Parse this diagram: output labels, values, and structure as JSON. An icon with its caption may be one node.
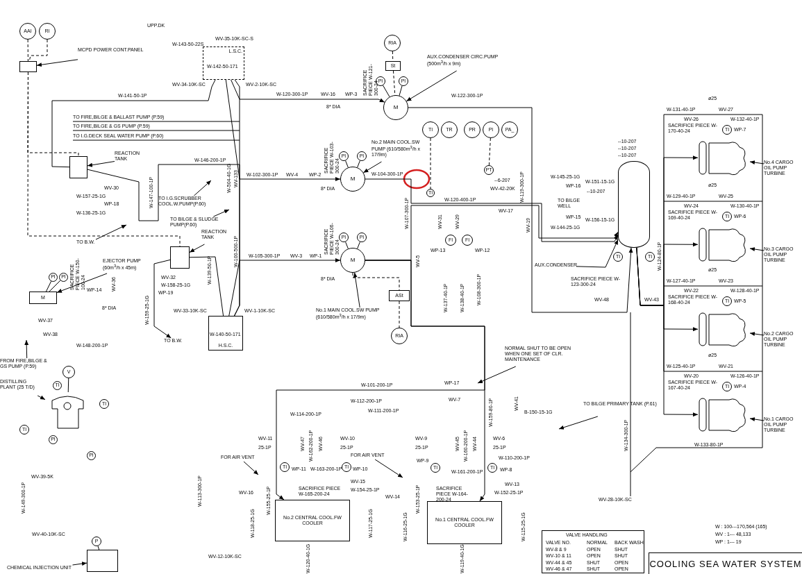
{
  "diagram": {
    "title": "COOLING SEA WATER SYSTEM",
    "nodes": [
      {
        "text": [
          "AAI"
        ]
      },
      {
        "text": [
          "RI"
        ]
      },
      {
        "text": [],
        "shape": "box"
      },
      {
        "text": [
          "MCPD POWER CONT.PANEL"
        ]
      },
      {
        "text": [
          "L.S.C."
        ]
      },
      {
        "text": [
          "RIA"
        ]
      },
      {
        "text": [
          "St"
        ]
      },
      {
        "text": [
          "PI"
        ]
      },
      {
        "text": [
          "PI"
        ]
      },
      {
        "text": [
          "M"
        ]
      },
      {
        "text": [
          "AUX.CONDENSER CIRC.PUMP (500m$^{3}$/h x 9m)"
        ]
      },
      {
        "text": [],
        "shape": "box"
      },
      {
        "text": [
          "REACTION TANK"
        ]
      },
      {
        "text": [
          "M"
        ]
      },
      {
        "text": [
          "PI"
        ]
      },
      {
        "text": [
          "PI"
        ]
      },
      {
        "text": [
          "No.2 MAIN COOL.SW PUMP (610/580m$^{3}$/h x 17/9m)"
        ]
      },
      {
        "text": [
          "M"
        ]
      },
      {
        "text": [
          "PI"
        ]
      },
      {
        "text": [
          "PI"
        ]
      },
      {
        "text": [
          "No.1 MAIN COOL.SW PUMP (610/580m$^{3}$/h x 17/9m)"
        ]
      },
      {
        "text": [
          "ASt"
        ]
      },
      {
        "text": [
          "RIA"
        ]
      },
      {
        "text": [],
        "shape": "box"
      },
      {
        "text": [
          "REACTION TANK"
        ]
      },
      {
        "text": [
          "H.S.C."
        ]
      },
      {
        "text": [
          "TI"
        ]
      },
      {
        "text": [
          "TR"
        ]
      },
      {
        "text": [
          "PR"
        ]
      },
      {
        "text": [
          "PI"
        ]
      },
      {
        "text": [
          "PA_"
        ]
      },
      {
        "text": [
          "PT"
        ]
      },
      {
        "text": [
          "TI"
        ]
      },
      {
        "text": [
          "FI"
        ]
      },
      {
        "text": [
          "FI"
        ]
      },
      {
        "text": [
          "M"
        ]
      },
      {
        "text": [
          "EJECTOR PUMP (60m$^{3}$/h x 45m)"
        ]
      },
      {
        "text": [
          "PI"
        ]
      },
      {
        "text": [
          "PI"
        ]
      },
      {
        "text": [],
        "shape": "picture"
      },
      {
        "text": [
          "DISTILLING PLANT (25 T/D)"
        ]
      },
      {
        "text": [
          "V"
        ]
      },
      {
        "text": [
          "TI"
        ]
      },
      {
        "text": [
          "TI"
        ]
      },
      {
        "text": [
          "TI"
        ]
      },
      {
        "text": [
          "PI"
        ]
      },
      {
        "text": [
          "PI"
        ]
      },
      {
        "text": [
          "P"
        ]
      },
      {
        "text": [],
        "shape": "box"
      },
      {
        "text": [
          "CHEMICAL INJECTION UNIT"
        ]
      },
      {
        "text": [
          "No.2 CENTRAL COOL.FW COOLER"
        ]
      },
      {
        "text": [
          "TI"
        ]
      },
      {
        "text": [
          "TI"
        ]
      },
      {
        "text": [
          "No.1 CENTRAL COOL.FW COOLER"
        ]
      },
      {
        "text": [
          "TI"
        ]
      },
      {
        "text": [
          "TI"
        ]
      },
      {
        "text": [],
        "shape": "cylinder"
      },
      {
        "text": [
          "AUX.CONDENSER"
        ]
      },
      {
        "text": [
          "TI"
        ]
      },
      {
        "text": [
          "TI"
        ]
      },
      {
        "text": [],
        "shape": "picture"
      },
      {
        "text": [
          "No.4 CARGO OIL PUMP TURBINE"
        ]
      },
      {
        "text": [
          "TI"
        ]
      },
      {
        "text": [],
        "shape": "picture"
      },
      {
        "text": [
          "No.3 CARGO OIL PUMP TURBINE"
        ]
      },
      {
        "text": [
          "TI"
        ]
      },
      {
        "text": [],
        "shape": "picture"
      },
      {
        "text": [
          "No.2 CARGO OIL PUMP TURBINE"
        ]
      },
      {
        "text": [
          "TI"
        ]
      },
      {
        "text": [],
        "shape": "picture"
      },
      {
        "text": [
          "No.1 CARGO OIL PUMP TURBINE"
        ]
      },
      {
        "text": [
          "TI"
        ]
      },
      {
        "text": [
          "NORMAL SHUT TO BE OPEN WHEN ONE SET OF CLR. MAINTENANCE"
        ]
      },
      {
        "text": [
          "FOR AIR VENT"
        ]
      },
      {
        "text": [
          "FOR AIR VENT"
        ]
      },
      {
        "text": [
          "TO I.G.SCRUBBER COOL.W.PUMP(P.60)"
        ]
      },
      {
        "text": [
          "TO BILGE & SLUDGE PUMP(P.60)"
        ]
      },
      {
        "text": [
          "TO B.W."
        ]
      },
      {
        "text": [
          "TO B.W."
        ]
      },
      {
        "text": [
          "FROM FIRE,BILGE & GS PUMP (P.59)"
        ]
      },
      {
        "text": [
          "TO BILGE PRIMARY TANK (P.61)"
        ]
      }
    ],
    "edges": [
      {
        "from": 0,
        "to": 2,
        "arrow": "none",
        "style": "dashed"
      },
      {
        "from": 1,
        "to": 2,
        "arrow": "none",
        "style": "dashed"
      },
      {
        "from": 2,
        "to": 11,
        "arrow": "none",
        "style": "dashed"
      },
      {
        "from": 2,
        "to": 23,
        "arrow": "none",
        "style": "dashed"
      },
      {
        "from": 3,
        "to": 2,
        "arrow": "to"
      },
      {
        "from": 5,
        "to": 6,
        "arrow": "none",
        "style": "dashed"
      },
      {
        "from": 6,
        "to": 9,
        "arrow": "none",
        "style": "dashed"
      },
      {
        "from": 7,
        "to": 9,
        "arrow": "none"
      },
      {
        "from": 8,
        "to": 9,
        "arrow": "none"
      },
      {
        "from": 10,
        "to": 9,
        "arrow": "to"
      },
      {
        "from": 4,
        "to": 9,
        "arrow": "to"
      },
      {
        "from": 4,
        "to": 13,
        "arrow": "to"
      },
      {
        "from": 25,
        "to": 17,
        "arrow": "to"
      },
      {
        "from": 12,
        "to": 11,
        "arrow": "to"
      },
      {
        "from": 14,
        "to": 13,
        "arrow": "none"
      },
      {
        "from": 15,
        "to": 13,
        "arrow": "none"
      },
      {
        "from": 16,
        "to": 13,
        "arrow": "to"
      },
      {
        "from": 18,
        "to": 17,
        "arrow": "none"
      },
      {
        "from": 19,
        "to": 17,
        "arrow": "none"
      },
      {
        "from": 20,
        "to": 17,
        "arrow": "to"
      },
      {
        "from": 17,
        "to": 21,
        "arrow": "none",
        "style": "dashed"
      },
      {
        "from": 21,
        "to": 22,
        "arrow": "none",
        "style": "dashed"
      },
      {
        "from": 24,
        "to": 23,
        "arrow": "to"
      },
      {
        "from": 26,
        "to": 32,
        "arrow": "none",
        "style": "dashed"
      },
      {
        "from": 29,
        "to": 31,
        "arrow": "none",
        "style": "dashed"
      },
      {
        "from": 13,
        "to": 56,
        "arrow": "to"
      },
      {
        "from": 17,
        "to": 56,
        "arrow": "to"
      },
      {
        "from": 9,
        "to": 56,
        "arrow": "to"
      },
      {
        "from": 56,
        "to": 60,
        "arrow": "to"
      },
      {
        "from": 56,
        "to": 63,
        "arrow": "to"
      },
      {
        "from": 56,
        "to": 66,
        "arrow": "to"
      },
      {
        "from": 56,
        "to": 69,
        "arrow": "to"
      },
      {
        "from": 17,
        "to": 50,
        "arrow": "to"
      },
      {
        "from": 17,
        "to": 53,
        "arrow": "to"
      },
      {
        "from": 36,
        "to": 35,
        "arrow": "to"
      },
      {
        "from": 37,
        "to": 35,
        "arrow": "none"
      },
      {
        "from": 38,
        "to": 35,
        "arrow": "none"
      },
      {
        "from": 40,
        "to": 39,
        "arrow": "to"
      },
      {
        "from": 41,
        "to": 39,
        "arrow": "none"
      },
      {
        "from": 47,
        "to": 48,
        "arrow": "none"
      },
      {
        "from": 49,
        "to": 48,
        "arrow": "to"
      },
      {
        "from": 57,
        "to": 56,
        "arrow": "to"
      },
      {
        "from": 61,
        "to": 60,
        "arrow": "to"
      },
      {
        "from": 64,
        "to": 63,
        "arrow": "to"
      },
      {
        "from": 67,
        "to": 66,
        "arrow": "to"
      },
      {
        "from": 70,
        "to": 69,
        "arrow": "to"
      },
      {
        "from": 72,
        "to": null,
        "arrow": "to"
      },
      {
        "from": 73,
        "to": null,
        "arrow": "to"
      },
      {
        "from": 74,
        "to": null,
        "arrow": "to"
      },
      {
        "from": 75,
        "to": null,
        "arrow": "to"
      },
      {
        "from": 76,
        "to": null,
        "arrow": "to"
      },
      {
        "from": 77,
        "to": null,
        "arrow": "to"
      },
      {
        "from": 23,
        "to": 78,
        "arrow": "to"
      },
      {
        "from": 79,
        "to": null,
        "arrow": "to"
      },
      {
        "from": 80,
        "to": null,
        "arrow": "to"
      },
      {
        "from": 4,
        "to": 11,
        "arrow": "none"
      },
      {
        "from": 25,
        "to": 4,
        "arrow": "none"
      },
      {
        "from": 23,
        "to": 25,
        "arrow": "none"
      },
      {
        "from": 25,
        "to": 11,
        "arrow": "none"
      }
    ],
    "labels": [
      "UPP.DK",
      "W-143-50-22S",
      "WV-35-10K-SC-S",
      "W-142-50-171",
      "WV-34-10K-SC",
      "WV-2-10K-SC",
      "W-141-50-1P",
      "W-120-300-1P",
      "WV-16",
      "WP-3",
      "8* DIA",
      "SACRIFICE PIECE W-121-300-24",
      "W-122-300-1P",
      "TO FIRE,BILGE & BALLAST PUMP (P.59)",
      "TO FIRE,BILGE & GS PUMP (P.59)",
      "TO I.G.DECK SEAL WATER PUMP (P.60)",
      "WV-30",
      "W-157-25-1G",
      "WP-18",
      "W-136-25-1G",
      "W-146-200-1P",
      "W-147-100-1P",
      "WV-133",
      "W-504-40-1G",
      "W-100-500-1P",
      "W-102-300-1P",
      "WV-4",
      "WP-2",
      "8* DIA",
      "SACRIFICE PIECE W-103-300-24",
      "W-104-300-1P",
      "W-107-300-1P",
      "WV-5",
      "--6-207",
      "WV-42-20K",
      "W-119-300-1P",
      "WV-19",
      "W-120-400-1P",
      "WV-17",
      "WV-31",
      "WV-29",
      "WP-13",
      "WP-12",
      "W-137-40-1P",
      "W-138-40-1P",
      "W-108-300-1P",
      "WV-32",
      "W-158-25-1G",
      "WP-19",
      "W-159-25-1G",
      "W-139-50-1P",
      "W-105-300-1P",
      "WV-3",
      "WP-1",
      "8* DIA",
      "SACRIFICE PIECE W-106-300-24",
      "WV-33-10K-SC",
      "WV-1-10K-SC",
      "W-140-50-171",
      "SACRIFICE PIECE W-150-100-24",
      "WP-14",
      "8* DIA",
      "WV-36",
      "WV-37",
      "WV-38",
      "W-148-200-1P",
      "WV-39-5K",
      "W-149-300-1P",
      "WV-40-10K-SC",
      "W-101-200-1P",
      "W-112-200-1P",
      "W-111-200-1P",
      "W-114-200-1P",
      "WV-11",
      "25-1P",
      "WV-47",
      "W-162-200-1P",
      "WV-46",
      "WV-10",
      "25-1P",
      "WP-11",
      "W-163-200-1P",
      "WP-10",
      "WV-16",
      "W-155-25-1P",
      "WV-15",
      "W-154-25-1P",
      "SACRIFICE PIECE W-165-200-24",
      "W-113-300-1P",
      "W-118-25-1G",
      "W-117-25-1G",
      "WV-12-10K-SC",
      "W-120-40-1G",
      "WP-17",
      "WV-7",
      "W-159-80-1P",
      "WV-41",
      "B-150-15-1G",
      "WV-9",
      "25-1P",
      "WV-45",
      "W-160-200-1P",
      "WV-44",
      "WV-6",
      "25-1P",
      "W-110-200-1P",
      "WP-9",
      "W-161-200-1P",
      "WP-8",
      "WV-14",
      "W-153-25-1P",
      "WV-13",
      "W-152-25-1P",
      "SACRIFICE PIECE W-164-200-24",
      "W-116-25-1G",
      "W-115-25-1G",
      "W-119-40-1G",
      "W-145-25-1G",
      "WP-16",
      "W-151-15-1G",
      "--10-207",
      "--10-207",
      "--10-207",
      "--10-207",
      "TO BILGE WELL",
      "WP-15",
      "W-156-15-1G",
      "W-144-25-1G",
      "SACRIFICE PIECE W-123-300-24",
      "WV-48",
      "WV-43",
      "ø25",
      "W-131-40-1P",
      "WV-26",
      "WV-27",
      "W-132-40-1P",
      "WP-7",
      "SACRIFICE PIECE W-170-40-24",
      "ø25",
      "W-129-40-1P",
      "WV-24",
      "WV-25",
      "W-130-40-1P",
      "WP-6",
      "SACRIFICE PIECE W-169-40-24",
      "ø25",
      "W-127-40-1P",
      "WV-22",
      "WV-23",
      "W-128-40-1P",
      "WP-5",
      "SACRIFICE PIECE W-168-40-24",
      "ø25",
      "W-125-40-1P",
      "WV-20",
      "WV-21",
      "W-126-40-1P",
      "WP-4",
      "SACRIFICE PIECE W-167-40-24",
      "W-124-80-1P",
      "W-133-80-1P",
      "W-134-300-1P",
      "WV-28-10K-SC",
      "W : 100---170,564 (165)",
      "WV : 1--- 48,133",
      "WP : 1--- 19",
      "VALVE HANDLING",
      "VALVE NO.",
      "NORMAL",
      "BACK WASH",
      "WV-8 & 9",
      "OPEN",
      "SHUT",
      "WV-10 & 11",
      "OPEN",
      "SHUT",
      "WV-44 & 45",
      "SHUT",
      "OPEN",
      "WV-46 & 47",
      "SHUT",
      "OPEN"
    ]
  }
}
